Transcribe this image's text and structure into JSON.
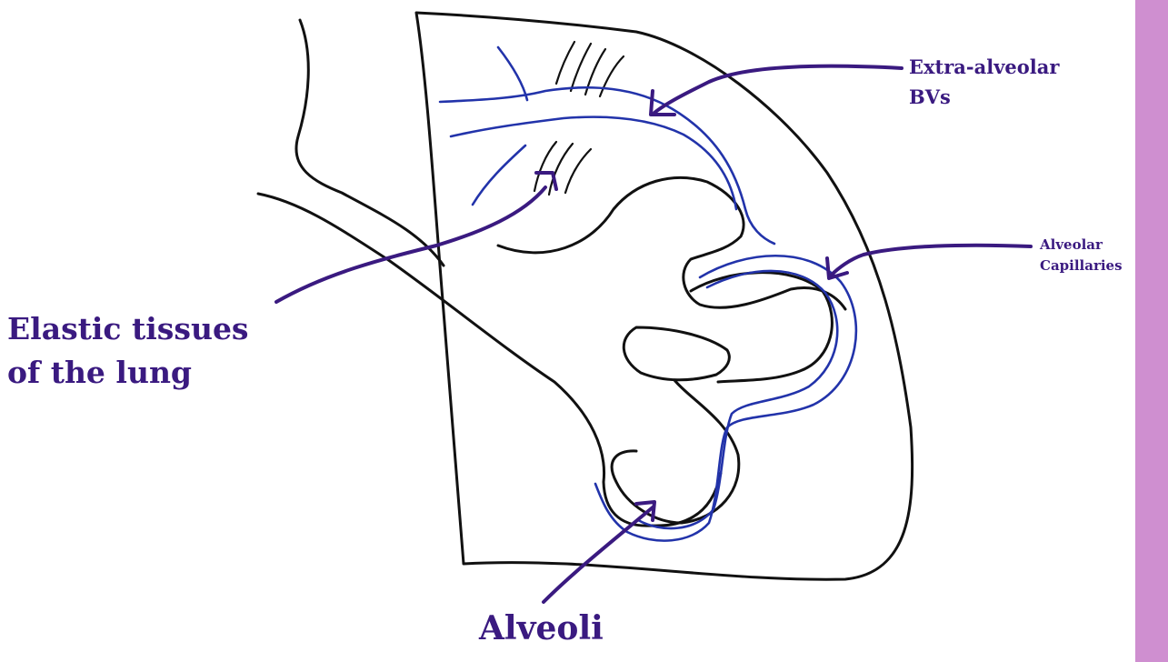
{
  "colors": {
    "outline": "#111111",
    "vessel": "#2233aa",
    "arrow_and_label": "#3a1a80",
    "side_strip": "#cf8fd0",
    "background": "#ffffff"
  },
  "labels": {
    "extra_alveolar_line1": "Extra-alveolar",
    "extra_alveolar_line2": "BVs",
    "alveolar_capillaries_line1": "Alveolar",
    "alveolar_capillaries_line2": "Capillaries",
    "elastic_line1": "Elastic tissues",
    "elastic_line2": "of the lung",
    "alveoli": "Alveoli"
  }
}
